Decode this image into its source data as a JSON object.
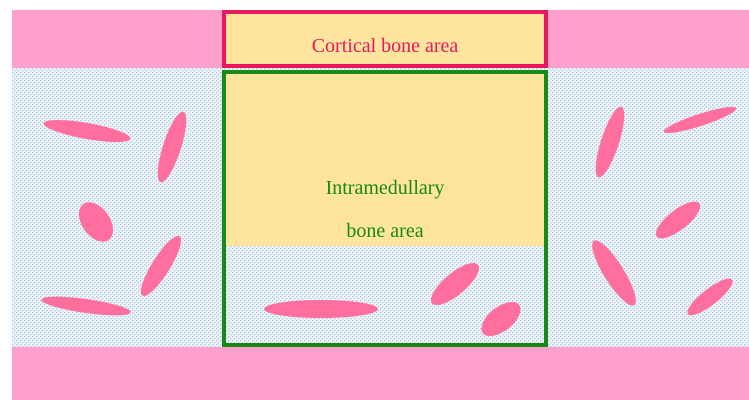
{
  "labels": {
    "cortical": "Cortical bone area",
    "intramedullary_line1": "Intramedullary",
    "intramedullary_line2": "bone area"
  },
  "colors": {
    "background": "#ffffff",
    "cortical_bone": "#ff9fcb",
    "marrow_base": "#eef4fa",
    "marrow_dot": "#a9c6dc",
    "highlight_fill": "#ffe49e",
    "cortical_box_border": "#e8185f",
    "cortical_label": "#e8185f",
    "intramedullary_box_border": "#168a16",
    "intramedullary_label": "#168a16",
    "ellipse_fill": "#ff6f9e"
  }
}
